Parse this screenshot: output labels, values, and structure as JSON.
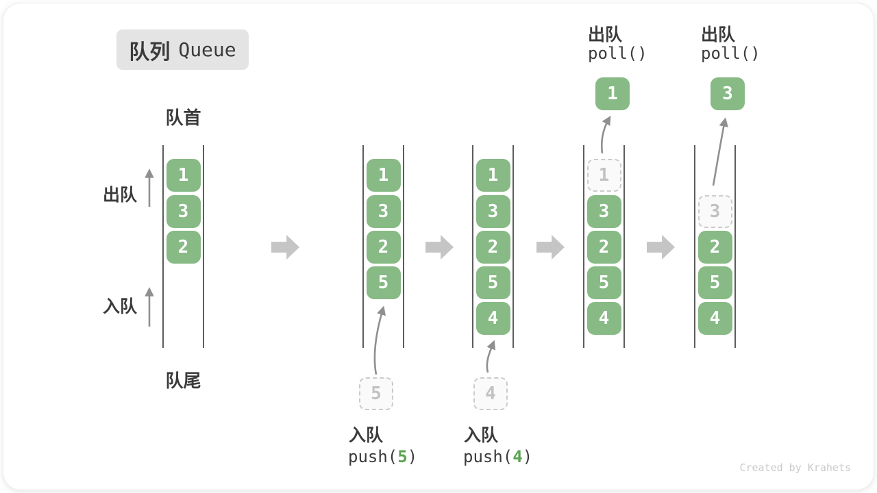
{
  "title": {
    "zh": "队列",
    "en": "Queue"
  },
  "side_labels": {
    "front": "队首",
    "rear": "队尾",
    "dequeue": "出队",
    "enqueue": "入队"
  },
  "colors": {
    "cell_green": "#87ba85",
    "code_green": "#5ba352",
    "flow_arrow_gray": "#c5c5c5",
    "thin_arrow_gray": "#8f8f8f",
    "badge_gray": "#e4e4e4"
  },
  "states": [
    {
      "name": "initial",
      "slots": [
        {
          "type": "filled",
          "value": "1"
        },
        {
          "type": "filled",
          "value": "3"
        },
        {
          "type": "filled",
          "value": "2"
        }
      ]
    },
    {
      "name": "after-push-5",
      "slots": [
        {
          "type": "filled",
          "value": "1"
        },
        {
          "type": "filled",
          "value": "3"
        },
        {
          "type": "filled",
          "value": "2"
        },
        {
          "type": "filled",
          "value": "5"
        }
      ],
      "incoming": {
        "value": "5"
      },
      "op": {
        "label": "入队",
        "code_before": "push(",
        "code_value": "5",
        "code_after": ")"
      }
    },
    {
      "name": "after-push-4",
      "slots": [
        {
          "type": "filled",
          "value": "1"
        },
        {
          "type": "filled",
          "value": "3"
        },
        {
          "type": "filled",
          "value": "2"
        },
        {
          "type": "filled",
          "value": "5"
        },
        {
          "type": "filled",
          "value": "4"
        }
      ],
      "incoming": {
        "value": "4"
      },
      "op": {
        "label": "入队",
        "code_before": "push(",
        "code_value": "4",
        "code_after": ")"
      }
    },
    {
      "name": "after-poll-1",
      "slots": [
        {
          "type": "dashed",
          "value": "1"
        },
        {
          "type": "filled",
          "value": "3"
        },
        {
          "type": "filled",
          "value": "2"
        },
        {
          "type": "filled",
          "value": "5"
        },
        {
          "type": "filled",
          "value": "4"
        }
      ],
      "outgoing": {
        "value": "1"
      },
      "op": {
        "label": "出队",
        "code": "poll()"
      }
    },
    {
      "name": "after-poll-3",
      "slots": [
        {
          "type": "empty",
          "value": ""
        },
        {
          "type": "dashed",
          "value": "3"
        },
        {
          "type": "filled",
          "value": "2"
        },
        {
          "type": "filled",
          "value": "5"
        },
        {
          "type": "filled",
          "value": "4"
        }
      ],
      "outgoing": {
        "value": "3"
      },
      "op": {
        "label": "出队",
        "code": "poll()"
      }
    }
  ],
  "watermark": "Created by Krahets"
}
